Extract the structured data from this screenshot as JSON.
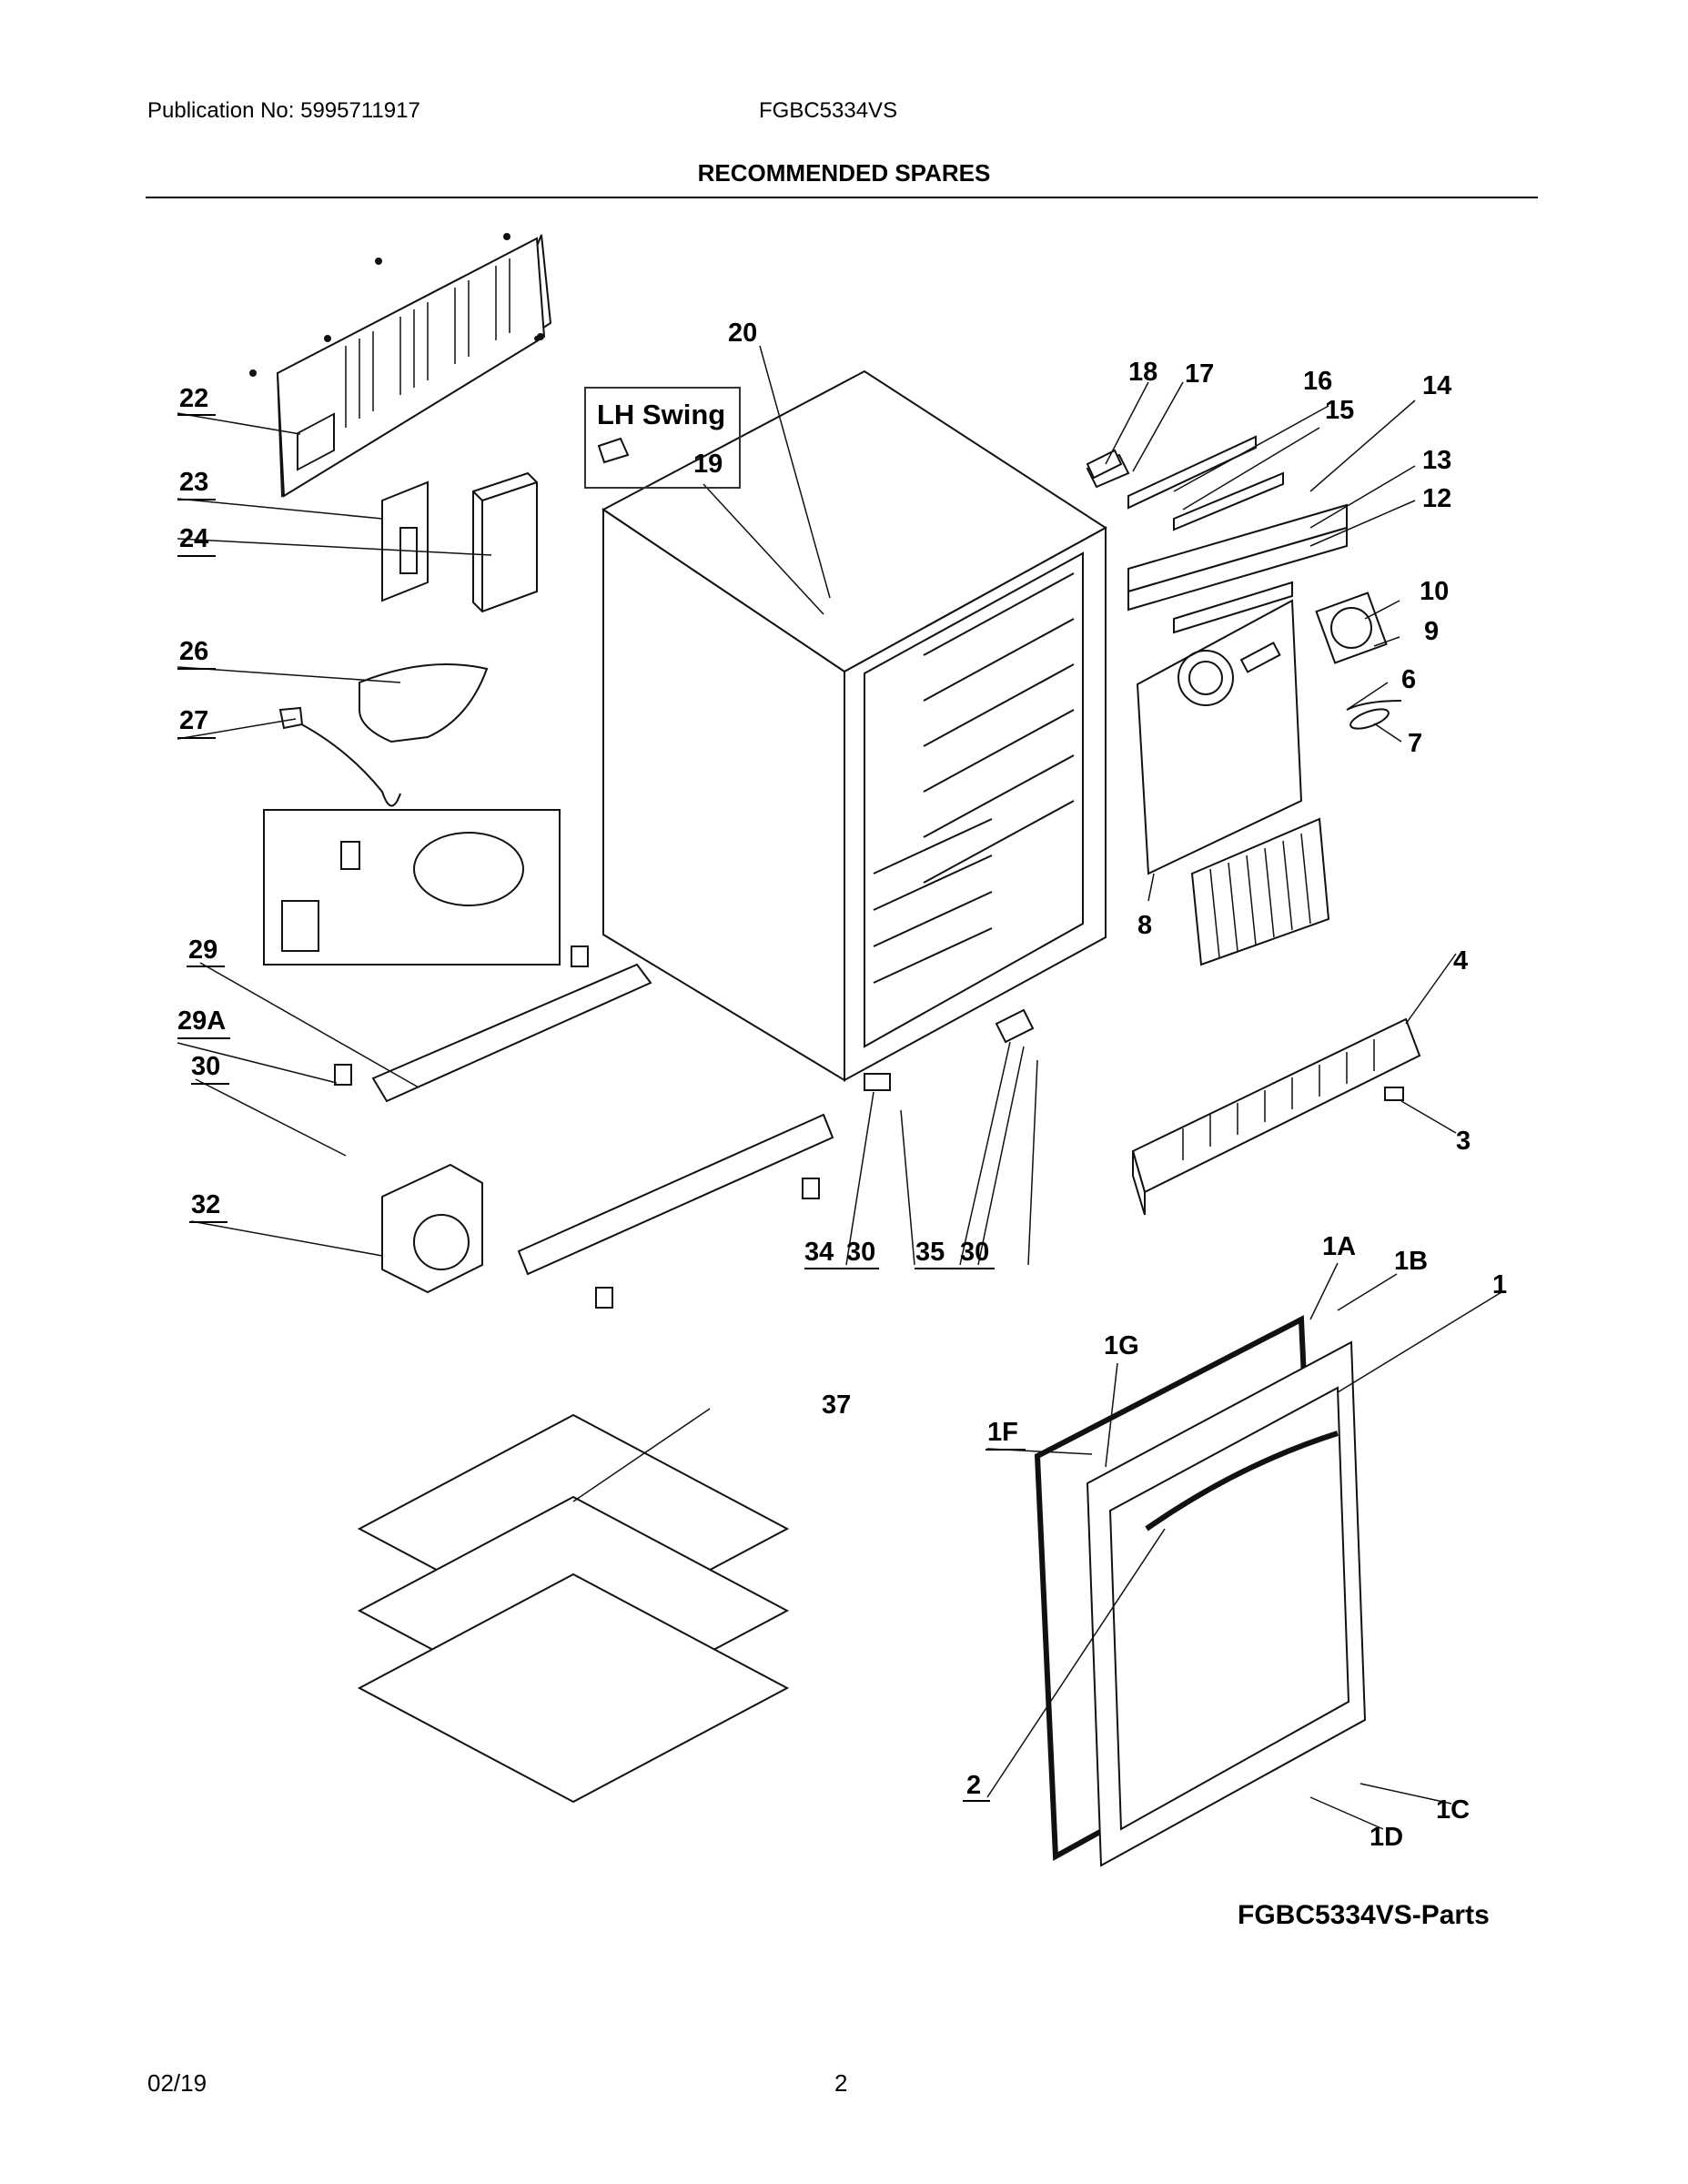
{
  "header": {
    "publication": "Publication No: 5995711917",
    "model": "FGBC5334VS",
    "title": "RECOMMENDED SPARES"
  },
  "callouts": {
    "c1": "1",
    "c1a": "1A",
    "c1b": "1B",
    "c1c": "1C",
    "c1d": "1D",
    "c1f": "1F",
    "c1g": "1G",
    "c2": "2",
    "c3": "3",
    "c4": "4",
    "c6": "6",
    "c7": "7",
    "c8": "8",
    "c9": "9",
    "c10": "10",
    "c12": "12",
    "c13": "13",
    "c14": "14",
    "c15": "15",
    "c16": "16",
    "c17": "17",
    "c18": "18",
    "c19": "19",
    "c20": "20",
    "c22": "22",
    "c23": "23",
    "c24": "24",
    "c26": "26",
    "c27": "27",
    "c29": "29",
    "c29a": "29A",
    "c30": "30",
    "c32": "32",
    "c34": "34",
    "c30b": "30",
    "c35": "35",
    "c30c": "30",
    "c37": "37"
  },
  "swing_box": {
    "title": "LH Swing"
  },
  "parts_ref": "FGBC5334VS-Parts",
  "footer": {
    "date": "02/19",
    "page": "2"
  }
}
